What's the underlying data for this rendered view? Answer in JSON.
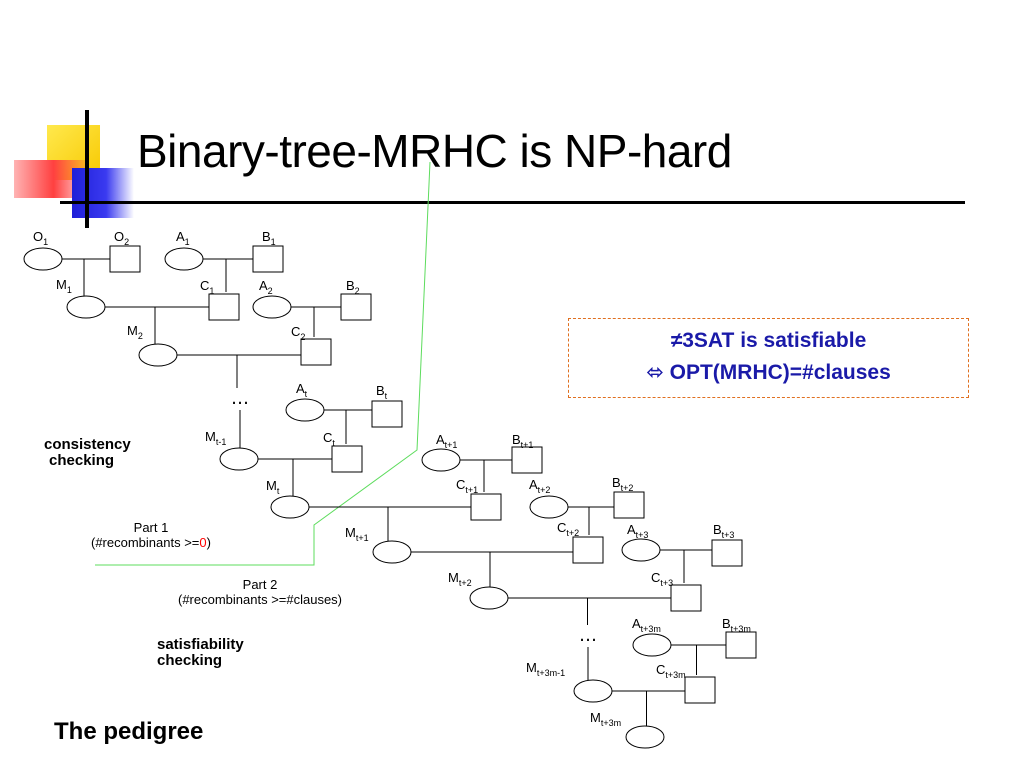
{
  "slide": {
    "title": "Binary-tree-MRHC is NP-hard",
    "caption": "The pedigree"
  },
  "claim": {
    "line1": "≠3SAT is satisfiable",
    "line2": "⬄ OPT(MRHC)=#clauses"
  },
  "labels": {
    "consistency_1": "consistency",
    "consistency_2": "checking",
    "satisfiability_1": "satisfiability",
    "satisfiability_2": "checking",
    "part1_title": "Part 1",
    "part1_pre": "(#recombinants >=",
    "part1_zero": "0",
    "part1_post": ")",
    "part2_title": "Part 2",
    "part2_line": "(#recombinants >=#clauses)"
  },
  "ellipsis": "…",
  "nodes": [
    {
      "id": "O1",
      "base": "O",
      "sub": "1",
      "shape": "circle"
    },
    {
      "id": "O2",
      "base": "O",
      "sub": "2",
      "shape": "square"
    },
    {
      "id": "A1",
      "base": "A",
      "sub": "1",
      "shape": "circle"
    },
    {
      "id": "B1",
      "base": "B",
      "sub": "1",
      "shape": "square"
    },
    {
      "id": "M1",
      "base": "M",
      "sub": "1",
      "shape": "circle"
    },
    {
      "id": "C1",
      "base": "C",
      "sub": "1",
      "shape": "square"
    },
    {
      "id": "A2",
      "base": "A",
      "sub": "2",
      "shape": "circle"
    },
    {
      "id": "B2",
      "base": "B",
      "sub": "2",
      "shape": "square"
    },
    {
      "id": "M2",
      "base": "M",
      "sub": "2",
      "shape": "circle"
    },
    {
      "id": "C2",
      "base": "C",
      "sub": "2",
      "shape": "square"
    },
    {
      "id": "At",
      "base": "A",
      "sub": "t",
      "shape": "circle"
    },
    {
      "id": "Bt",
      "base": "B",
      "sub": "t",
      "shape": "square"
    },
    {
      "id": "Mt-1",
      "base": "M",
      "sub": "t-1",
      "shape": "circle"
    },
    {
      "id": "Ct",
      "base": "C",
      "sub": "t",
      "shape": "square"
    },
    {
      "id": "At+1",
      "base": "A",
      "sub": "t+1",
      "shape": "circle"
    },
    {
      "id": "Bt+1",
      "base": "B",
      "sub": "t+1",
      "shape": "square"
    },
    {
      "id": "Mt",
      "base": "M",
      "sub": "t",
      "shape": "circle"
    },
    {
      "id": "Ct+1",
      "base": "C",
      "sub": "t+1",
      "shape": "square"
    },
    {
      "id": "At+2",
      "base": "A",
      "sub": "t+2",
      "shape": "circle"
    },
    {
      "id": "Bt+2",
      "base": "B",
      "sub": "t+2",
      "shape": "square"
    },
    {
      "id": "Mt+1",
      "base": "M",
      "sub": "t+1",
      "shape": "circle"
    },
    {
      "id": "Ct+2",
      "base": "C",
      "sub": "t+2",
      "shape": "square"
    },
    {
      "id": "At+3",
      "base": "A",
      "sub": "t+3",
      "shape": "circle"
    },
    {
      "id": "Bt+3",
      "base": "B",
      "sub": "t+3",
      "shape": "square"
    },
    {
      "id": "Mt+2",
      "base": "M",
      "sub": "t+2",
      "shape": "circle"
    },
    {
      "id": "Ct+3",
      "base": "C",
      "sub": "t+3",
      "shape": "square"
    },
    {
      "id": "At+3m",
      "base": "A",
      "sub": "t+3m",
      "shape": "circle"
    },
    {
      "id": "Bt+3m",
      "base": "B",
      "sub": "t+3m",
      "shape": "square"
    },
    {
      "id": "Mt+3m-1",
      "base": "M",
      "sub": "t+3m-1",
      "shape": "circle"
    },
    {
      "id": "Ct+3m",
      "base": "C",
      "sub": "t+3m",
      "shape": "square"
    },
    {
      "id": "Mt+3m",
      "base": "M",
      "sub": "t+3m",
      "shape": "circle"
    }
  ],
  "matings": [
    {
      "p": [
        "O1",
        "O2"
      ],
      "c": "M1"
    },
    {
      "p": [
        "A1",
        "B1"
      ],
      "c": "C1"
    },
    {
      "p": [
        "M1",
        "C1"
      ],
      "c": "M2"
    },
    {
      "p": [
        "A2",
        "B2"
      ],
      "c": "C2"
    },
    {
      "p": [
        "M2",
        "C2"
      ],
      "c": "ELL1"
    },
    {
      "p": [
        "At",
        "Bt"
      ],
      "c": "Ct"
    },
    {
      "p": [
        "Mt-1",
        "Ct"
      ],
      "c": "Mt"
    },
    {
      "p": [
        "At+1",
        "Bt+1"
      ],
      "c": "Ct+1"
    },
    {
      "p": [
        "Mt",
        "Ct+1"
      ],
      "c": "Mt+1"
    },
    {
      "p": [
        "At+2",
        "Bt+2"
      ],
      "c": "Ct+2"
    },
    {
      "p": [
        "Mt+1",
        "Ct+2"
      ],
      "c": "Mt+2"
    },
    {
      "p": [
        "At+3",
        "Bt+3"
      ],
      "c": "Ct+3"
    },
    {
      "p": [
        "Mt+2",
        "Ct+3"
      ],
      "c": "ELL2"
    },
    {
      "p": [
        "At+3m",
        "Bt+3m"
      ],
      "c": "Ct+3m"
    },
    {
      "p": [
        "Mt+3m-1",
        "Ct+3m"
      ],
      "c": "Mt+3m"
    }
  ],
  "continuations": [
    [
      "ELL1",
      "Mt-1"
    ],
    [
      "ELL2",
      "Mt+3m-1"
    ]
  ],
  "colors": {
    "divider": "#5ddc5d",
    "claim_border": "#e07020",
    "claim_text": "#1a1aa8",
    "accent_red": "#ff0000"
  }
}
